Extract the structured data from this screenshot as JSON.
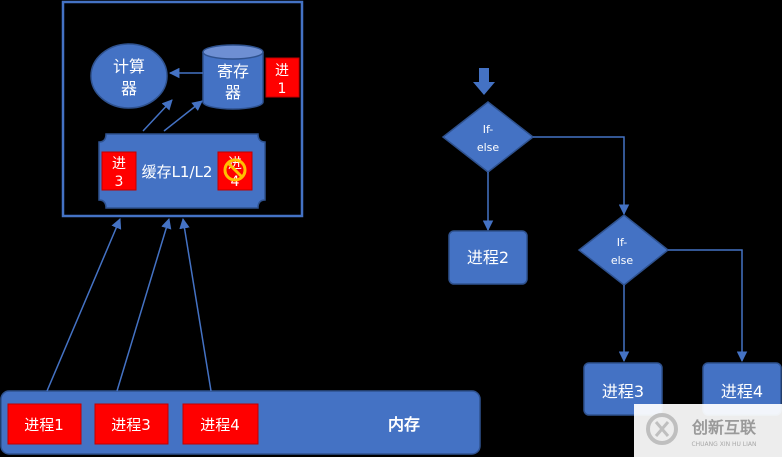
{
  "cpu": {
    "compute_label": [
      "计算",
      "器"
    ],
    "register_label": [
      "寄存",
      "器"
    ],
    "register_process_label": [
      "进",
      "1"
    ],
    "cache_label": "缓存L1/L2",
    "cache_process_a_label": [
      "进",
      "3"
    ],
    "cache_process_b_label": [
      "进",
      "4"
    ]
  },
  "memory": {
    "label": "内存",
    "processes": [
      "进程1",
      "进程3",
      "进程4"
    ]
  },
  "flowchart": {
    "decision1_label": [
      "If-",
      "else"
    ],
    "decision2_label": [
      "If-",
      "else"
    ],
    "process2_label": "进程2",
    "process3_label": "进程3",
    "process4_label": "进程4"
  },
  "watermark": {
    "brand": "创新互联",
    "sub": "CHUANG XIN HU LIAN"
  },
  "colors": {
    "background": "#000000",
    "shape_fill": "#4472c4",
    "shape_stroke": "#2f528f",
    "process_red": "#ff0000",
    "arrow": "#4472c4"
  }
}
